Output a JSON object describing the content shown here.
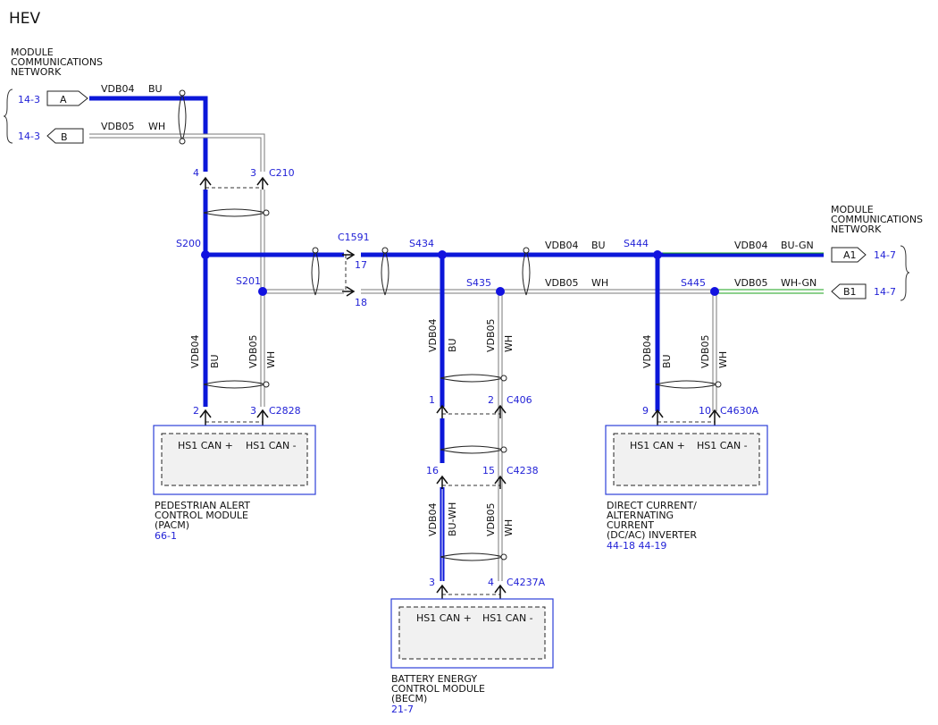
{
  "title": "HEV",
  "network_left": [
    "MODULE",
    "COMMUNICATIONS",
    "NETWORK"
  ],
  "network_right": [
    "MODULE",
    "COMMUNICATIONS",
    "NETWORK"
  ],
  "left_connectors": [
    {
      "ref": "14-3",
      "letter": "A",
      "circuit": "VDB04",
      "color": "BU"
    },
    {
      "ref": "14-3",
      "letter": "B",
      "circuit": "VDB05",
      "color": "WH"
    }
  ],
  "right_connectors": [
    {
      "ref": "14-7",
      "letter": "A1",
      "circuit": "VDB04",
      "color": "BU-GN"
    },
    {
      "ref": "14-7",
      "letter": "B1",
      "circuit": "VDB05",
      "color": "WH-GN"
    }
  ],
  "splices": [
    "S200",
    "S201",
    "S434",
    "S435",
    "S444",
    "S445"
  ],
  "connectors": {
    "c210": {
      "name": "C210",
      "pin_a": "4",
      "pin_b": "3"
    },
    "c1591": {
      "name": "C1591",
      "pin_a": "17",
      "pin_b": "18"
    },
    "c2828": {
      "name": "C2828",
      "pin_a": "2",
      "pin_b": "3"
    },
    "c406": {
      "name": "C406",
      "pin_a": "1",
      "pin_b": "2"
    },
    "c4238": {
      "name": "C4238",
      "pin_a": "16",
      "pin_b": "15"
    },
    "c4237a": {
      "name": "C4237A",
      "pin_a": "3",
      "pin_b": "4"
    },
    "c4630a": {
      "name": "C4630A",
      "pin_a": "9",
      "pin_b": "10"
    }
  },
  "main_bus": {
    "circuit_a": "VDB04",
    "color_a": "BU",
    "circuit_b": "VDB05",
    "color_b": "WH"
  },
  "vertical_labels": {
    "pacm_a": {
      "circuit": "VDB04",
      "color": "BU"
    },
    "pacm_b": {
      "circuit": "VDB05",
      "color": "WH"
    },
    "becm_a1": {
      "circuit": "VDB04",
      "color": "BU"
    },
    "becm_b1": {
      "circuit": "VDB05",
      "color": "WH"
    },
    "becm_a2": {
      "circuit": "VDB04",
      "color": "BU-WH"
    },
    "becm_b2": {
      "circuit": "VDB05",
      "color": "WH"
    },
    "inv_a": {
      "circuit": "VDB04",
      "color": "BU"
    },
    "inv_b": {
      "circuit": "VDB05",
      "color": "WH"
    }
  },
  "modules": {
    "pacm": {
      "pin_plus": "HS1 CAN +",
      "pin_minus": "HS1 CAN -",
      "name": [
        "PEDESTRIAN ALERT",
        "CONTROL MODULE",
        "(PACM)"
      ],
      "ref": "66-1"
    },
    "becm": {
      "pin_plus": "HS1 CAN +",
      "pin_minus": "HS1 CAN -",
      "name": [
        "BATTERY ENERGY",
        "CONTROL MODULE",
        "(BECM)"
      ],
      "ref": "21-7"
    },
    "inverter": {
      "pin_plus": "HS1 CAN +",
      "pin_minus": "HS1 CAN -",
      "name": [
        "DIRECT CURRENT/",
        "ALTERNATING",
        "CURRENT",
        "(DC/AC) INVERTER"
      ],
      "ref": "44-18 44-19"
    }
  },
  "colors": {
    "bu": "#0b17d9",
    "wh": "#7a7a7a",
    "gn": "#18a018",
    "label_blue": "#1f1fd6"
  }
}
